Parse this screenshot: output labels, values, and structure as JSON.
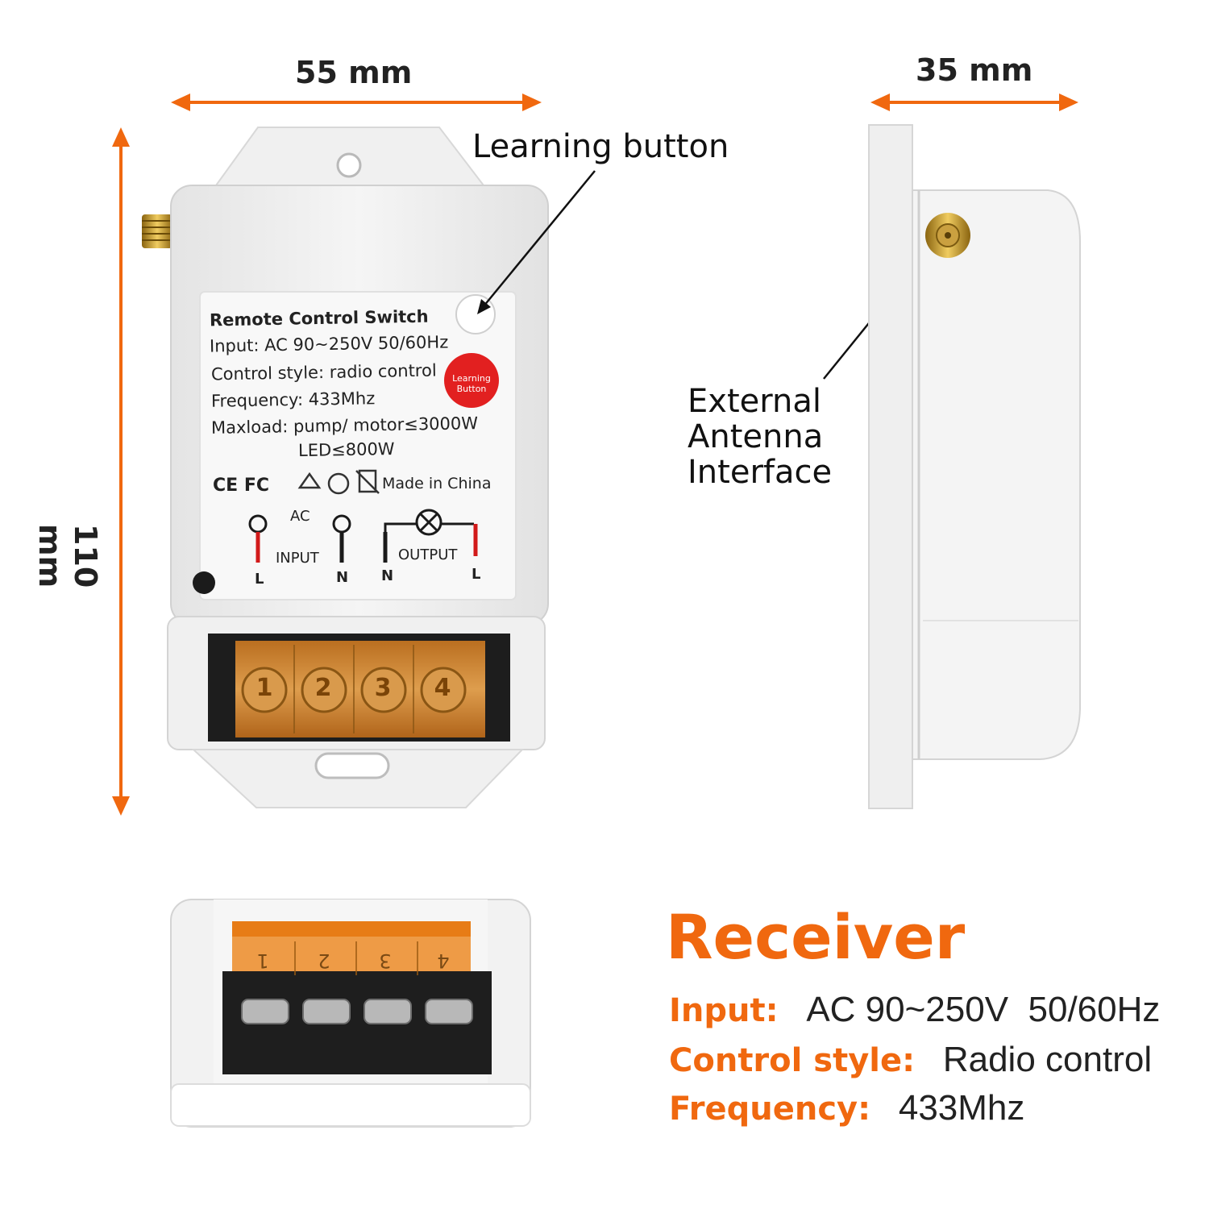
{
  "dimensions": {
    "width": "55 mm",
    "height": "110 mm",
    "depth": "35 mm"
  },
  "callouts": {
    "learning_button": "Learning button",
    "antenna": [
      "External",
      "Antenna",
      "Interface"
    ]
  },
  "label": {
    "title": "Remote Control Switch",
    "input": "Input: AC 90~250V 50/60Hz",
    "control_style": "Control style: radio control",
    "frequency": "Frequency: 433Mhz",
    "maxload": "Maxload: pump/ motor≤3000W",
    "led": "LED≤800W",
    "certs": "CE FC",
    "made_in": "Made in China",
    "ac": "AC",
    "input_word": "INPUT",
    "output_word": "OUTPUT",
    "term_l1": "L",
    "term_n1": "N",
    "term_n2": "N",
    "term_l2": "L",
    "learning_badge_1": "Learning",
    "learning_badge_2": "Button"
  },
  "terminals": [
    "1",
    "2",
    "3",
    "4"
  ],
  "product": {
    "name": "Receiver",
    "specs": [
      {
        "key": "Input:",
        "value": "AC 90~250V  50/60Hz"
      },
      {
        "key": "Control style:",
        "value": "Radio control"
      },
      {
        "key": "Frequency:",
        "value": "433Mhz"
      }
    ]
  },
  "colors": {
    "accent": "#f0680f",
    "device": "#eeeeee",
    "terminal_amber": "#d68a2a"
  },
  "icons": [
    "arrow-horizontal-icon",
    "arrow-vertical-icon",
    "lamp-icon",
    "recycle-icon"
  ]
}
